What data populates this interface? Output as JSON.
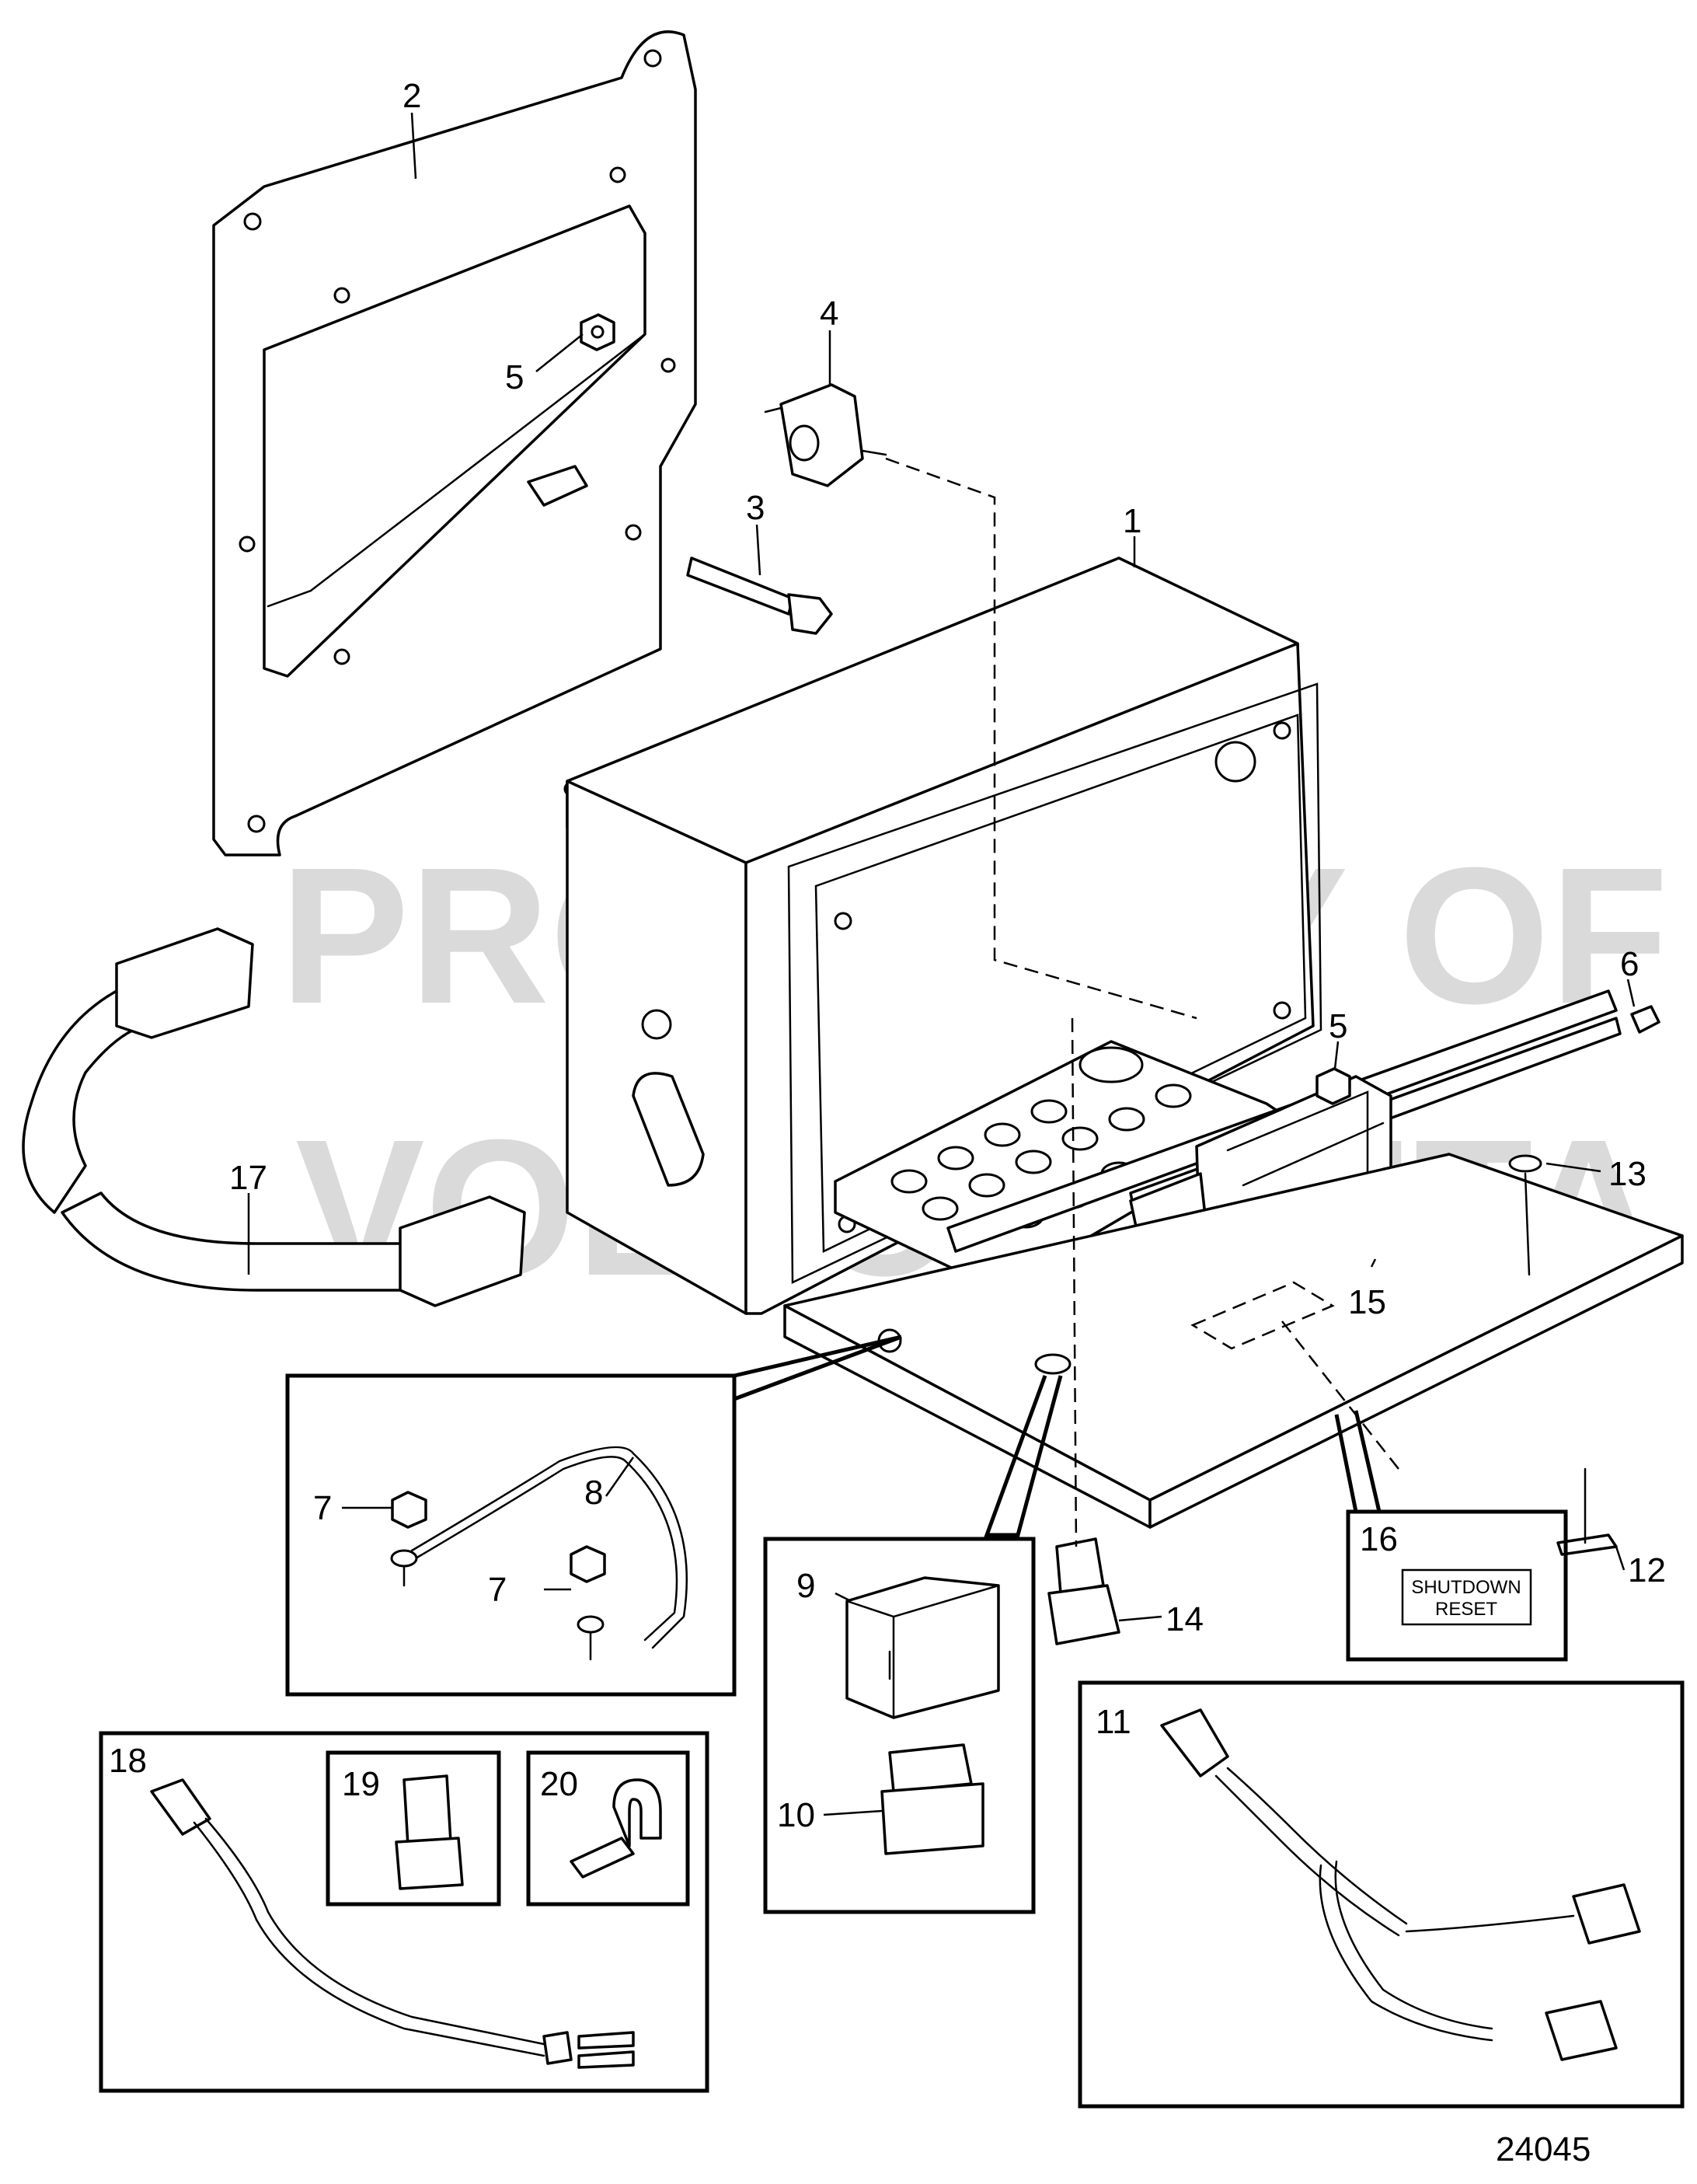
{
  "watermark": {
    "line1": "PROPERTY OF",
    "line2": "VOLVO PENTA"
  },
  "drawing_number": "24045",
  "shutdown_label": {
    "line1": "SHUTDOWN",
    "line2": "RESET"
  },
  "callouts": {
    "c1": "1",
    "c2": "2",
    "c3": "3",
    "c4": "4",
    "c5a": "5",
    "c5b": "5",
    "c6": "6",
    "c7a": "7",
    "c7b": "7",
    "c8": "8",
    "c9": "9",
    "c10": "10",
    "c11": "11",
    "c12": "12",
    "c13": "13",
    "c14": "14",
    "c15": "15",
    "c16": "16",
    "c17": "17",
    "c18": "18",
    "c19": "19",
    "c20": "20"
  }
}
